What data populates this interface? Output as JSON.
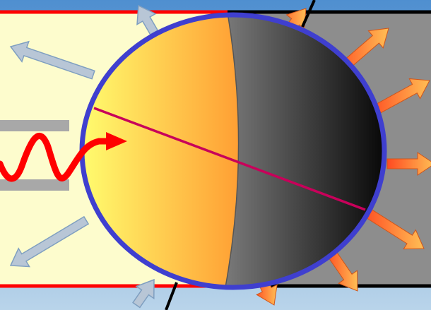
{
  "colors": {
    "sky_top": "#4f8fd0",
    "sky_bottom": "#b9d4ea",
    "day_panel": "#fdfccd",
    "night_panel": "#8d8d8d",
    "panel_border_day": "#ff0000",
    "panel_border_night": "#000000",
    "globe_outline": "#3f3fcf",
    "sun_light": "#ffff70",
    "sun_dark": "#ff9a30",
    "night_light": "#7a7a7a",
    "night_dark": "#000000",
    "equator_line": "#c8005a",
    "reflected_arrow": "#b8c6d6",
    "reflected_arrow_edge": "#7f9fc0",
    "emitted_arrow_light": "#ff4a20",
    "emitted_arrow_dark": "#ffbf55",
    "incoming_wave": "#ff0000",
    "axis_line": "#000000",
    "shield_bars": "#a8a8a8"
  },
  "elements": {
    "day_panel": "day-side-panel",
    "night_panel": "night-side-panel",
    "globe": "planet-globe",
    "terminator": "day-night-terminator",
    "equator": "equator-line",
    "rotation_axis": "rotation-axis",
    "incoming_radiation": "incoming-sunlight-wave",
    "reflected_radiation": "reflected-sunlight-arrow",
    "emitted_radiation": "thermal-emission-arrow"
  }
}
